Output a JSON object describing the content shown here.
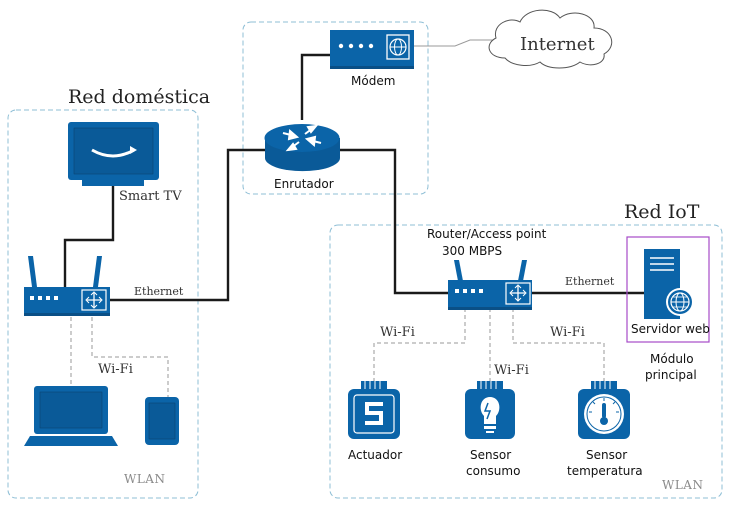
{
  "zones": {
    "home_title": "Red doméstica",
    "iot_title": "Red IoT",
    "wlan_home": "WLAN",
    "wlan_iot": "WLAN"
  },
  "nodes": {
    "internet": "Internet",
    "modem": "Módem",
    "router": "Enrutador",
    "smart_tv": "Smart TV",
    "access_point_line1": "Router/Access point",
    "access_point_line2": "300 MBPS",
    "web_server": "Servidor web",
    "main_module_line1": "Módulo",
    "main_module_line2": "principal",
    "actuator": "Actuador",
    "consumption_sensor_line1": "Sensor",
    "consumption_sensor_line2": "consumo",
    "temp_sensor_line1": "Sensor",
    "temp_sensor_line2": "temperatura"
  },
  "links": {
    "ethernet_home": "Ethernet",
    "ethernet_iot": "Ethernet",
    "wifi_home": "Wi-Fi",
    "wifi_iot_left": "Wi-Fi",
    "wifi_iot_center": "Wi-Fi",
    "wifi_iot_right": "Wi-Fi"
  },
  "colors": {
    "device_blue": "#0b64a8",
    "zone_border": "#8fbfd6",
    "module_border": "#a64bc8"
  },
  "icons": [
    "cloud-icon",
    "modem-icon",
    "router-icon",
    "tv-icon",
    "wireless-router-icon",
    "laptop-icon",
    "tablet-icon",
    "server-icon",
    "actuator-icon",
    "power-sensor-icon",
    "thermometer-icon"
  ]
}
